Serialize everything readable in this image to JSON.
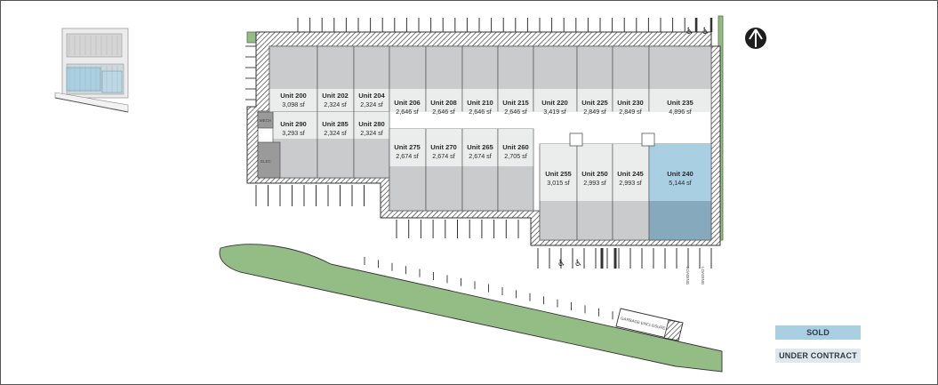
{
  "units": [
    {
      "id": "u200",
      "label": "Unit 200",
      "area": "3,098 sf",
      "status": "available"
    },
    {
      "id": "u202",
      "label": "Unit 202",
      "area": "2,324 sf",
      "status": "available"
    },
    {
      "id": "u204",
      "label": "Unit 204",
      "area": "2,324 sf",
      "status": "available"
    },
    {
      "id": "u206",
      "label": "Unit 206",
      "area": "2,646 sf",
      "status": "available"
    },
    {
      "id": "u208",
      "label": "Unit 208",
      "area": "2,646 sf",
      "status": "available"
    },
    {
      "id": "u210",
      "label": "Unit 210",
      "area": "2,646 sf",
      "status": "available"
    },
    {
      "id": "u215",
      "label": "Unit 215",
      "area": "2,646 sf",
      "status": "available"
    },
    {
      "id": "u220",
      "label": "Unit 220",
      "area": "3,419 sf",
      "status": "available"
    },
    {
      "id": "u225",
      "label": "Unit 225",
      "area": "2,849 sf",
      "status": "available"
    },
    {
      "id": "u230",
      "label": "Unit 230",
      "area": "2,849 sf",
      "status": "available"
    },
    {
      "id": "u235",
      "label": "Unit 235",
      "area": "4,896 sf",
      "status": "available"
    },
    {
      "id": "u290",
      "label": "Unit 290",
      "area": "3,293 sf",
      "status": "available"
    },
    {
      "id": "u285",
      "label": "Unit 285",
      "area": "2,324 sf",
      "status": "available"
    },
    {
      "id": "u280",
      "label": "Unit 280",
      "area": "2,324 sf",
      "status": "available"
    },
    {
      "id": "u275",
      "label": "Unit 275",
      "area": "2,674 sf",
      "status": "available"
    },
    {
      "id": "u270",
      "label": "Unit 270",
      "area": "2,674 sf",
      "status": "available"
    },
    {
      "id": "u265",
      "label": "Unit 265",
      "area": "2,674 sf",
      "status": "available"
    },
    {
      "id": "u260",
      "label": "Unit 260",
      "area": "2,705 sf",
      "status": "available"
    },
    {
      "id": "u255",
      "label": "Unit 255",
      "area": "3,015 sf",
      "status": "available"
    },
    {
      "id": "u250",
      "label": "Unit 250",
      "area": "2,993 sf",
      "status": "available"
    },
    {
      "id": "u245",
      "label": "Unit 245",
      "area": "2,993 sf",
      "status": "available"
    },
    {
      "id": "u240",
      "label": "Unit 240",
      "area": "5,144 sf",
      "status": "sold"
    }
  ],
  "rooms": {
    "mech": "MECH",
    "elec": "ELEC"
  },
  "garbage": "GARBAGE ENCLOSURE",
  "loading": [
    "LOADING",
    "LOADING"
  ],
  "legend": {
    "sold": "SOLD",
    "under_contract": "UNDER CONTRACT"
  },
  "colors": {
    "unit_fill": "#c9cbcd",
    "unit_band": "#ebecec",
    "sold": "#86a9bd",
    "sold_band": "#a9cfe3",
    "green": "#94bd86",
    "legend_uc": "#dfe8ee"
  },
  "icons": [
    "north-arrow-icon",
    "accessible-parking-icon",
    "site-key-plan"
  ]
}
